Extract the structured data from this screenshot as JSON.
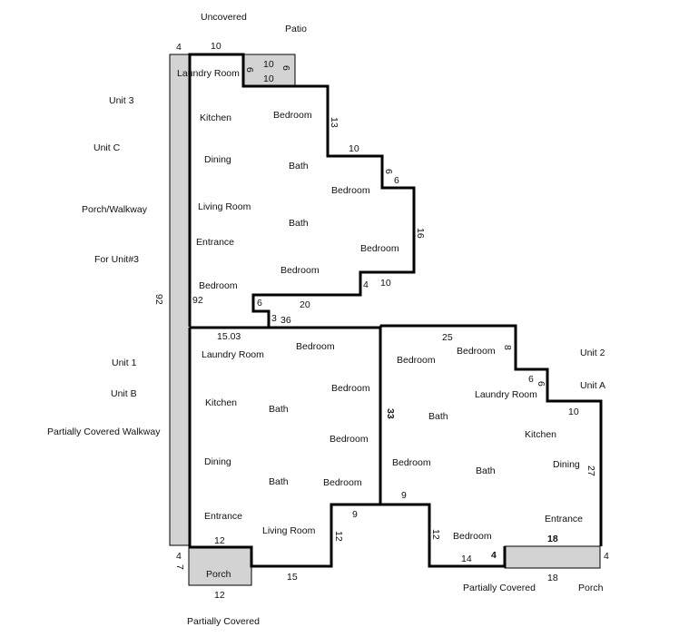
{
  "side_labels": [
    {
      "key": "uncovered",
      "text": "Uncovered"
    },
    {
      "key": "patio",
      "text": "Patio"
    },
    {
      "key": "unit3",
      "text": "Unit 3"
    },
    {
      "key": "unitc",
      "text": "Unit C"
    },
    {
      "key": "porch_walkway",
      "text": "Porch/Walkway"
    },
    {
      "key": "for_unit3",
      "text": "For Unit#3"
    },
    {
      "key": "unit1",
      "text": "Unit 1"
    },
    {
      "key": "unitb",
      "text": "Unit B"
    },
    {
      "key": "partially_covered_walkway",
      "text": "Partially Covered Walkway"
    },
    {
      "key": "unit2",
      "text": "Unit 2"
    },
    {
      "key": "unita",
      "text": "Unit A"
    },
    {
      "key": "partially_covered_b",
      "text": "Partially Covered"
    },
    {
      "key": "partially_covered_a",
      "text": "Partially Covered"
    },
    {
      "key": "porch_a",
      "text": "Porch"
    }
  ],
  "rooms": [
    {
      "key": "c_laundry",
      "text": "Laundry Room"
    },
    {
      "key": "c_kitchen",
      "text": "Kitchen"
    },
    {
      "key": "c_bedroom1",
      "text": "Bedroom"
    },
    {
      "key": "c_dining",
      "text": "Dining"
    },
    {
      "key": "c_bath1",
      "text": "Bath"
    },
    {
      "key": "c_bedroom2",
      "text": "Bedroom"
    },
    {
      "key": "c_living",
      "text": "Living Room"
    },
    {
      "key": "c_bath2",
      "text": "Bath"
    },
    {
      "key": "c_entrance",
      "text": "Entrance"
    },
    {
      "key": "c_bedroom3",
      "text": "Bedroom"
    },
    {
      "key": "c_bedroom4",
      "text": "Bedroom"
    },
    {
      "key": "c_bedroom5",
      "text": "Bedroom"
    },
    {
      "key": "b_laundry",
      "text": "Laundry Room"
    },
    {
      "key": "b_bedroom1",
      "text": "Bedroom"
    },
    {
      "key": "b_kitchen",
      "text": "Kitchen"
    },
    {
      "key": "b_bath1",
      "text": "Bath"
    },
    {
      "key": "b_bedroom2",
      "text": "Bedroom"
    },
    {
      "key": "b_bedroom3",
      "text": "Bedroom"
    },
    {
      "key": "b_dining",
      "text": "Dining"
    },
    {
      "key": "b_bath2",
      "text": "Bath"
    },
    {
      "key": "b_bedroom4",
      "text": "Bedroom"
    },
    {
      "key": "b_entrance",
      "text": "Entrance"
    },
    {
      "key": "b_living",
      "text": "Living Room"
    },
    {
      "key": "b_porch",
      "text": "Porch"
    },
    {
      "key": "a_bedroom1",
      "text": "Bedroom"
    },
    {
      "key": "a_bedroom2",
      "text": "Bedroom"
    },
    {
      "key": "a_laundry",
      "text": "Laundry Room"
    },
    {
      "key": "a_bath1",
      "text": "Bath"
    },
    {
      "key": "a_kitchen",
      "text": "Kitchen"
    },
    {
      "key": "a_bedroom3",
      "text": "Bedroom"
    },
    {
      "key": "a_bath2",
      "text": "Bath"
    },
    {
      "key": "a_dining",
      "text": "Dining"
    },
    {
      "key": "a_entrance",
      "text": "Entrance"
    },
    {
      "key": "a_bedroom4",
      "text": "Bedroom"
    }
  ],
  "dimensions": [
    {
      "key": "d_4_top",
      "text": "4"
    },
    {
      "key": "d_10_top",
      "text": "10"
    },
    {
      "key": "d_patio_10a",
      "text": "10"
    },
    {
      "key": "d_patio_10b",
      "text": "10"
    },
    {
      "key": "d_patio_6l",
      "text": "6"
    },
    {
      "key": "d_patio_6r",
      "text": "6"
    },
    {
      "key": "d_13",
      "text": "13"
    },
    {
      "key": "d_10_mid",
      "text": "10"
    },
    {
      "key": "d_6_v",
      "text": "6"
    },
    {
      "key": "d_6_h",
      "text": "6"
    },
    {
      "key": "d_16",
      "text": "16"
    },
    {
      "key": "d_4_c",
      "text": "4"
    },
    {
      "key": "d_10_c",
      "text": "10"
    },
    {
      "key": "d_20",
      "text": "20"
    },
    {
      "key": "d_6_small",
      "text": "6"
    },
    {
      "key": "d_3",
      "text": "3"
    },
    {
      "key": "d_36",
      "text": "36"
    },
    {
      "key": "d_92_out",
      "text": "92"
    },
    {
      "key": "d_92_in",
      "text": "92"
    },
    {
      "key": "d_1503",
      "text": "15.03"
    },
    {
      "key": "d_25",
      "text": "25"
    },
    {
      "key": "d_8",
      "text": "8"
    },
    {
      "key": "d_6_a1",
      "text": "6"
    },
    {
      "key": "d_6_a2",
      "text": "6"
    },
    {
      "key": "d_10_a",
      "text": "10"
    },
    {
      "key": "d_33",
      "text": "33"
    },
    {
      "key": "d_27",
      "text": "27"
    },
    {
      "key": "d_9_a",
      "text": "9"
    },
    {
      "key": "d_9_b",
      "text": "9"
    },
    {
      "key": "d_12_b",
      "text": "12"
    },
    {
      "key": "d_12_a",
      "text": "12"
    },
    {
      "key": "d_4_bl",
      "text": "4"
    },
    {
      "key": "d_7_bl",
      "text": "7"
    },
    {
      "key": "d_12_porch_top",
      "text": "12"
    },
    {
      "key": "d_12_porch_bot",
      "text": "12"
    },
    {
      "key": "d_15",
      "text": "15"
    },
    {
      "key": "d_14",
      "text": "14"
    },
    {
      "key": "d_4_a_porch",
      "text": "4"
    },
    {
      "key": "d_18_top",
      "text": "18"
    },
    {
      "key": "d_18_bot",
      "text": "18"
    },
    {
      "key": "d_4_right",
      "text": "4"
    }
  ]
}
